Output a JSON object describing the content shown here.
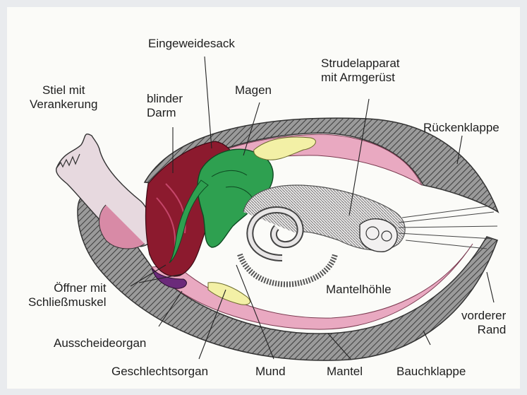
{
  "labels": {
    "eingeweidesack": "Eingeweidesack",
    "strudelapparat": "Strudelapparat\nmit Armgerüst",
    "stiel": "Stiel mit\nVerankerung",
    "blinder_darm": "blinder\nDarm",
    "magen": "Magen",
    "rueckenklappe": "Rückenklappe",
    "oeffner": "Öffner mit\nSchließmuskel",
    "mantelhoehle": "Mantelhöhle",
    "vorderer_rand": "vorderer\nRand",
    "ausscheideorgan": "Ausscheideorgan",
    "geschlechtsorgan": "Geschlechtsorgan",
    "mund": "Mund",
    "mantel": "Mantel",
    "bauchklappe": "Bauchklappe"
  },
  "colors": {
    "shell": "#707070",
    "mantle_pink": "#e9a9c1",
    "stalk": "#e7d9df",
    "stomach_green": "#2ea050",
    "dark_red": "#8c1a2e",
    "yellow_gonad": "#f3f0a6"
  }
}
